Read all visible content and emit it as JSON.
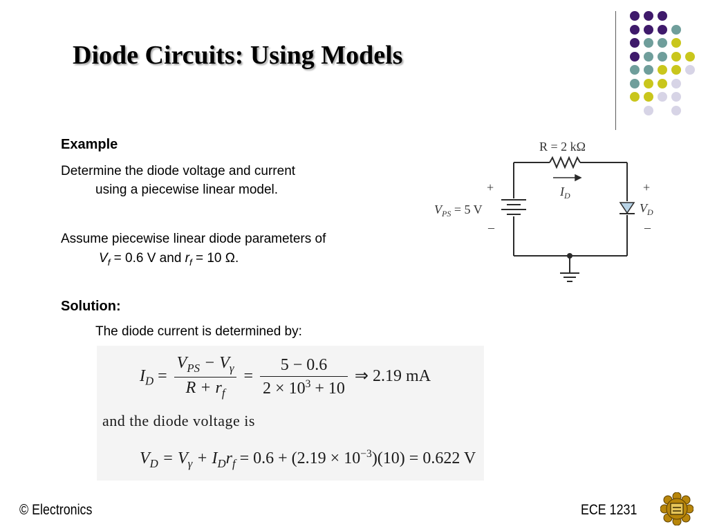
{
  "title": "Diode Circuits: Using Models",
  "palette": {
    "purple": "#3f1a6b",
    "teal": "#6f9e9b",
    "yellow": "#c9c61c",
    "lavender": "#d7d4e6"
  },
  "example": {
    "heading": "Example",
    "line1": "Determine the diode voltage and current",
    "line2": "using a piecewise linear model.",
    "assume_line1": "Assume piecewise linear diode parameters of",
    "vf_sym": "V",
    "vf_sub": "f",
    "vf_val": " = 0.6 V and ",
    "rf_sym": "r",
    "rf_sub": "f",
    "rf_val": " = 10 Ω."
  },
  "solution": {
    "heading": "Solution:",
    "text": "The diode current is determined by:"
  },
  "circuit": {
    "resistor_label": "R = 2 kΩ",
    "current_label": "I",
    "current_sub": "D",
    "source_label_v": "V",
    "source_sub": "PS",
    "source_value": " = 5 V",
    "diode_label": "V",
    "diode_sub": "D",
    "plus": "+",
    "minus": "–"
  },
  "equations": {
    "eq1_lhs": "I",
    "eq1_lhs_sub": "D",
    "eq1_num": "V",
    "eq1_num_sub1": "PS",
    "eq1_num_mid": " − V",
    "eq1_num_sub2": "γ",
    "eq1_den": "R + r",
    "eq1_den_sub": "f",
    "eq1_num2": "5 − 0.6",
    "eq1_den2": "2 × 10",
    "eq1_den2_sup": "3",
    "eq1_den2_tail": " + 10",
    "eq1_result": "⇒ 2.19 mA",
    "middle_text": "and the diode voltage is",
    "eq2": "V",
    "eq2_sub": "D",
    "eq2_rest1": " = V",
    "eq2_sub2": "γ",
    "eq2_rest2": " + I",
    "eq2_sub3": "D",
    "eq2_rest3": "r",
    "eq2_sub4": "f",
    "eq2_rest4": " = 0.6 + (2.19 × 10",
    "eq2_sup": "−3",
    "eq2_rest5": ")(10) = 0.622 V"
  },
  "footer": {
    "left": "© Electronics",
    "right": "ECE 1231"
  }
}
